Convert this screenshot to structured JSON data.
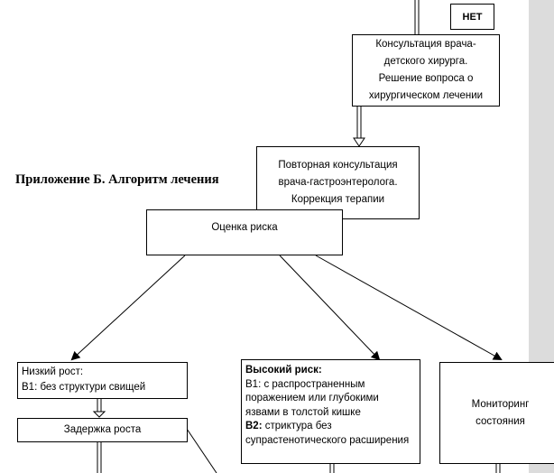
{
  "boxes": {
    "no_tag": "НЕТ",
    "surgeon": "Консультация врача-\nдетского хирурга.\nРешение вопроса о\nхирургическом лечении",
    "gastro": "Повторная консультация\nврача-гастроэнтеролога.\nКоррекция терапии",
    "risk": "Оценка риска",
    "low_growth": {
      "line1": "Низкий рост:",
      "line2": "B1: без структури свищей"
    },
    "delay": "Задержка роста",
    "high_risk": {
      "heading": "Высокий риск:",
      "text1": "B1: с распространенным поражением или глубокими язвами в толстой кишке",
      "b2_label": "B2:",
      "text2": " стриктура без супрастенотического расширения"
    },
    "monitor": "Мониторинг\nсостояния"
  },
  "title": "Приложение Б. Алгоритм лечения"
}
